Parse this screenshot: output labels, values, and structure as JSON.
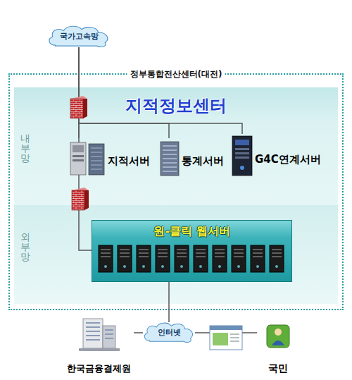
{
  "diagram": {
    "nodes": [
      {
        "text": [
          "국가고속망"
        ]
      },
      {
        "text": [
          "정부통합전산센터(대전)"
        ]
      },
      {
        "text": [
          "지적정보센터"
        ],
        "in": 1
      },
      {
        "text": [
          "지적서버"
        ],
        "in": 2
      },
      {
        "text": [
          "통계서버"
        ],
        "in": 2
      },
      {
        "text": [
          "G4C연계서버"
        ],
        "in": 2
      },
      {
        "text": [
          "원-클릭 웹서버"
        ],
        "in": 1
      },
      {
        "text": [
          "인터넷"
        ]
      },
      {
        "text": [
          "한국금융결제원"
        ]
      },
      {
        "text": [
          "국민"
        ]
      }
    ],
    "edges": [
      {
        "from": 0,
        "to": 3,
        "arrow": "none"
      },
      {
        "from": 0,
        "to": 4,
        "arrow": "none"
      },
      {
        "from": 0,
        "to": 5,
        "arrow": "none"
      },
      {
        "from": 0,
        "to": 6,
        "arrow": "none"
      },
      {
        "from": 6,
        "to": 7,
        "arrow": "none"
      },
      {
        "from": 7,
        "to": 8,
        "arrow": "none"
      },
      {
        "from": 7,
        "to": 9,
        "arrow": "none"
      }
    ],
    "labels": [
      "내부망",
      "외부망"
    ]
  }
}
